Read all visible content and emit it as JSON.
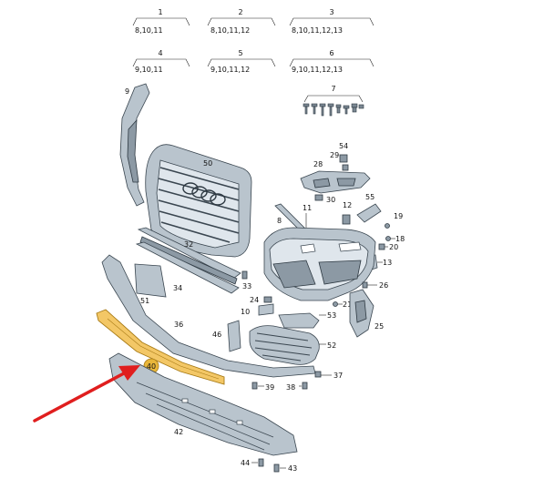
{
  "groups": [
    {
      "num": "1",
      "parts": "8,10,11"
    },
    {
      "num": "2",
      "parts": "8,10,11,12"
    },
    {
      "num": "3",
      "parts": "8,10,11,12,13"
    },
    {
      "num": "4",
      "parts": "9,10,11"
    },
    {
      "num": "5",
      "parts": "9,10,11,12"
    },
    {
      "num": "6",
      "parts": "9,10,11,12,13"
    }
  ],
  "callouts": {
    "c7": "7",
    "c9": "9",
    "c50": "50",
    "c54": "54",
    "c29": "29",
    "c28": "28",
    "c30": "30",
    "c55": "55",
    "c8": "8",
    "c11": "11",
    "c12": "12",
    "c19": "19",
    "c18": "18",
    "c20": "20",
    "c13": "13",
    "c32": "32",
    "c33": "33",
    "c34": "34",
    "c51": "51",
    "c24": "24",
    "c10": "10",
    "c21": "21",
    "c26": "26",
    "c53": "53",
    "c36": "36",
    "c46": "46",
    "c25": "25",
    "c52": "52",
    "c40": "40",
    "c37": "37",
    "c39": "39",
    "c38": "38",
    "c42": "42",
    "c44": "44",
    "c43": "43"
  },
  "colors": {
    "highlight_part": "#f3c766",
    "highlight_circle": "#e8b63a",
    "arrow": "#e01e1e",
    "part_fill": "#b9c4cd"
  },
  "highlighted_part": "40"
}
